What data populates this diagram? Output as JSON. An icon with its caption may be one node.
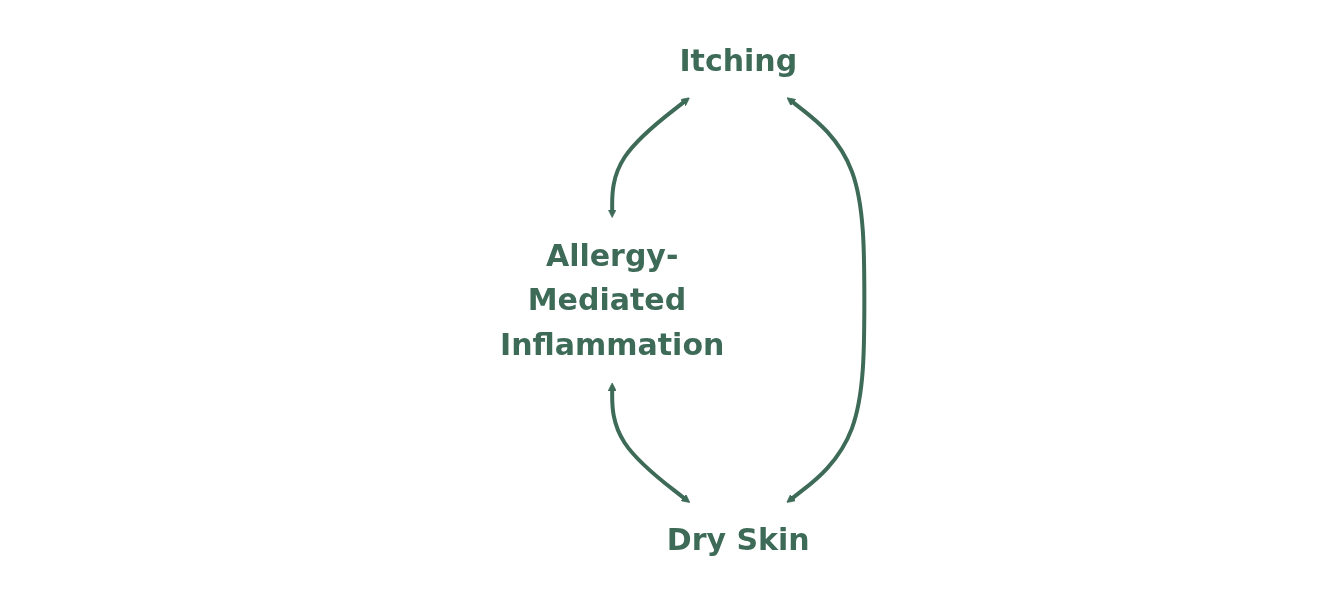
{
  "diagram": {
    "nodes": [
      {
        "text": [
          "Allergy-Mediated Inflammation"
        ]
      },
      {
        "text": [
          "Itching"
        ]
      },
      {
        "text": [
          "Dry Skin"
        ]
      }
    ],
    "edges": [
      {
        "from": 1,
        "to": 0,
        "arrow": "both"
      },
      {
        "from": 0,
        "to": 2,
        "arrow": "both"
      },
      {
        "from": 1,
        "to": 2,
        "arrow": "both"
      }
    ]
  }
}
